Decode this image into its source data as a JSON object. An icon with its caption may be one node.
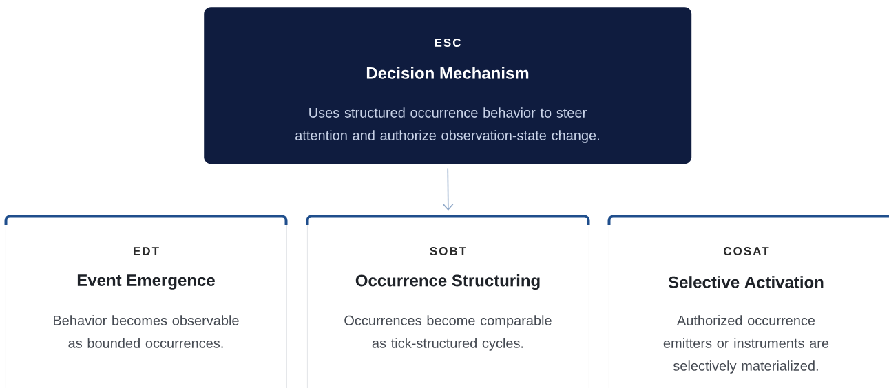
{
  "diagram": {
    "nodes": [
      {
        "text": [
          "ESC",
          "Decision Mechanism",
          "Uses structured occurrence behavior to steer attention and authorize observation-state change."
        ]
      },
      {
        "text": [
          "EDT",
          "Event Emergence",
          "Behavior becomes observable as bounded occurrences."
        ]
      },
      {
        "text": [
          "SOBT",
          "Occurrence Structuring",
          "Occurrences become comparable as tick-structured cycles."
        ]
      },
      {
        "text": [
          "COSAT",
          "Selective Activation",
          "Authorized occurrence emitters or instruments are selectively materialized."
        ]
      }
    ],
    "edges": [
      {
        "from": 0,
        "to": 2,
        "arrow": "to"
      }
    ]
  }
}
